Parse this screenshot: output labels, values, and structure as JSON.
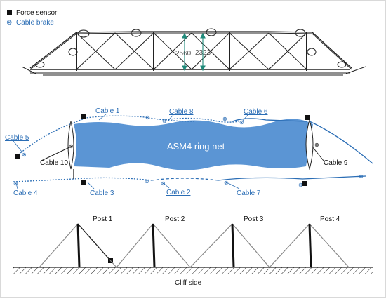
{
  "legend": {
    "force_sensor": "Force sensor",
    "cable_brake": "Cable brake",
    "brake_symbol": "⊗"
  },
  "elevation": {
    "dim_a": "2560",
    "dim_b": "2323"
  },
  "plan": {
    "net_label": "ASM4 ring net",
    "cables": {
      "c1": "Cable 1",
      "c2": "Cable 2",
      "c3": "Cable 3",
      "c4": "Cable 4",
      "c5": "Cable 5",
      "c6": "Cable 6",
      "c7": "Cable 7",
      "c8": "Cable 8",
      "c9": "Cable 9",
      "c10": "Cable 10"
    }
  },
  "section": {
    "posts": [
      "Post 1",
      "Post 2",
      "Post 3",
      "Post 4"
    ],
    "ground_label": "Cliff side"
  },
  "colors": {
    "net_fill": "#5b95d4",
    "cable_blue": "#2a6db5",
    "dim_teal": "#1f8a7a",
    "line_dark": "#222222"
  }
}
